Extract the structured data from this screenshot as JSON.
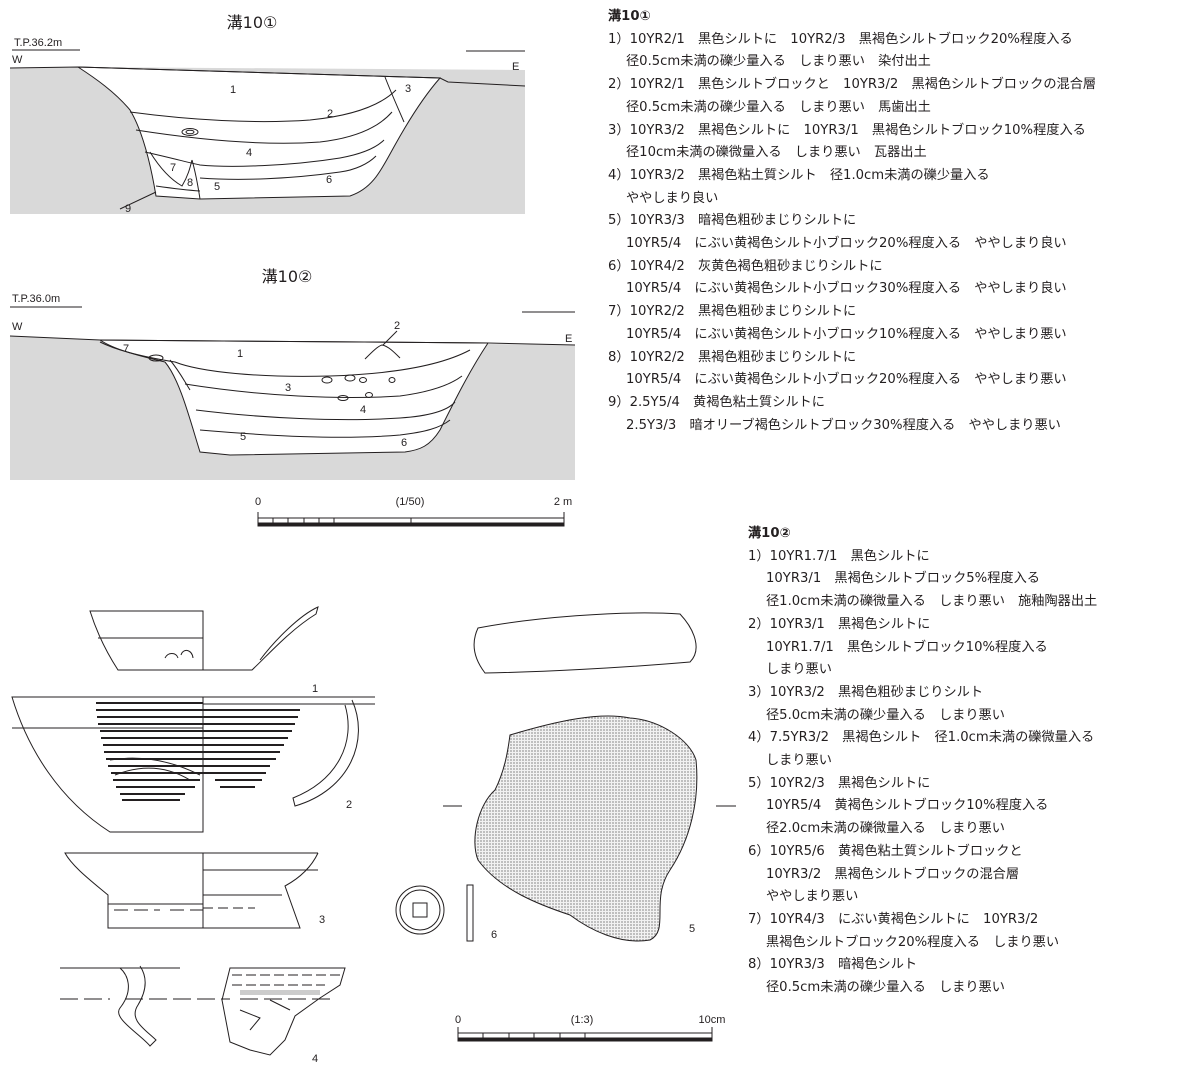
{
  "section1": {
    "title": "溝10①",
    "elevation": "T.P.36.2m",
    "west": "W",
    "east": "E",
    "layers": [
      "1",
      "2",
      "3",
      "4",
      "5",
      "6",
      "7",
      "8",
      "9"
    ]
  },
  "section2": {
    "title": "溝10②",
    "elevation": "T.P.36.0m",
    "west": "W",
    "east": "E",
    "layers": [
      "1",
      "2",
      "3",
      "4",
      "5",
      "6",
      "7"
    ]
  },
  "scale_section": {
    "start": "0",
    "ratio": "(1/50)",
    "end": "2 m"
  },
  "scale_artifacts": {
    "start": "0",
    "ratio": "(1:3)",
    "end": "10cm"
  },
  "artifacts": [
    "1",
    "2",
    "3",
    "4",
    "5",
    "6"
  ],
  "notes1": {
    "heading": "溝10①",
    "lines": [
      "1）10YR2/1　黒色シルトに　10YR2/3　黒褐色シルトブロック20%程度入る",
      "径0.5cm未満の礫少量入る　しまり悪い　染付出土",
      "2）10YR2/1　黒色シルトブロックと　10YR3/2　黒褐色シルトブロックの混合層",
      "径0.5cm未満の礫少量入る　しまり悪い　馬歯出土",
      "3）10YR3/2　黒褐色シルトに　10YR3/1　黒褐色シルトブロック10%程度入る",
      "径10cm未満の礫微量入る　しまり悪い　瓦器出土",
      "4）10YR3/2　黒褐色粘土質シルト　径1.0cm未満の礫少量入る",
      "ややしまり良い",
      "5）10YR3/3　暗褐色粗砂まじりシルトに",
      "10YR5/4　にぶい黄褐色シルト小ブロック20%程度入る　ややしまり良い",
      "6）10YR4/2　灰黄色褐色粗砂まじりシルトに",
      "10YR5/4　にぶい黄褐色シルト小ブロック30%程度入る　ややしまり良い",
      "7）10YR2/2　黒褐色粗砂まじりシルトに",
      "10YR5/4　にぶい黄褐色シルト小ブロック10%程度入る　ややしまり悪い",
      "8）10YR2/2　黒褐色粗砂まじりシルトに",
      "10YR5/4　にぶい黄褐色シルト小ブロック20%程度入る　ややしまり悪い",
      "9）2.5Y5/4　黄褐色粘土質シルトに",
      "2.5Y3/3　暗オリーブ褐色シルトブロック30%程度入る　ややしまり悪い"
    ]
  },
  "notes2": {
    "heading": "溝10②",
    "lines": [
      "1）10YR1.7/1　黒色シルトに",
      "10YR3/1　黒褐色シルトブロック5%程度入る",
      "径1.0cm未満の礫微量入る　しまり悪い　施釉陶器出土",
      "2）10YR3/1　黒褐色シルトに",
      "10YR1.7/1　黒色シルトブロック10%程度入る",
      "しまり悪い",
      "3）10YR3/2　黒褐色粗砂まじりシルト",
      "径5.0cm未満の礫少量入る　しまり悪い",
      "4）7.5YR3/2　黒褐色シルト　径1.0cm未満の礫微量入る",
      "しまり悪い",
      "5）10YR2/3　黒褐色シルトに",
      "10YR5/4　黄褐色シルトブロック10%程度入る",
      "径2.0cm未満の礫微量入る　しまり悪い",
      "6）10YR5/6　黄褐色粘土質シルトブロックと",
      "10YR3/2　黒褐色シルトブロックの混合層",
      "ややしまり悪い",
      "7）10YR4/3　にぶい黄褐色シルトに　10YR3/2",
      "黒褐色シルトブロック20%程度入る　しまり悪い",
      "8）10YR3/3　暗褐色シルト",
      "径0.5cm未満の礫少量入る　しまり悪い"
    ]
  }
}
